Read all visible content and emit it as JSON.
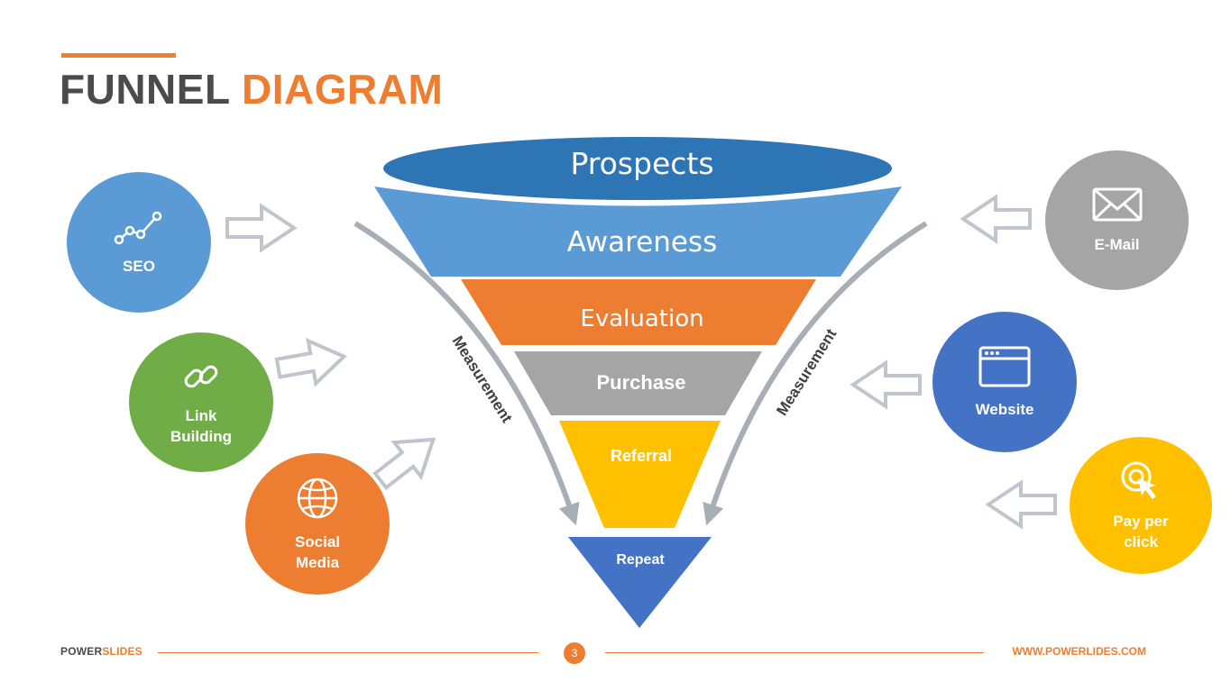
{
  "header": {
    "title_part1": "FUNNEL",
    "title_part2": "DIAGRAM"
  },
  "funnel": {
    "stages": [
      "Prospects",
      "Awareness",
      "Evaluation",
      "Purchase",
      "Referral",
      "Repeat"
    ],
    "measurement_left": "Measurement",
    "measurement_right": "Measurement"
  },
  "sources_left": [
    {
      "label": "SEO",
      "icon": "chart-line-icon",
      "color": "#5B9BD5"
    },
    {
      "label": "Link\nBuilding",
      "icon": "link-icon",
      "color": "#70AD47"
    },
    {
      "label": "Social\nMedia",
      "icon": "globe-icon",
      "color": "#ED7D31"
    }
  ],
  "sources_right": [
    {
      "label": "E-Mail",
      "icon": "envelope-icon",
      "color": "#A5A5A5"
    },
    {
      "label": "Website",
      "icon": "browser-window-icon",
      "color": "#4472C4"
    },
    {
      "label": "Pay per\nclick",
      "icon": "cursor-target-icon",
      "color": "#FFC000"
    }
  ],
  "colors": {
    "accent": "#ED7D31",
    "prospects": "#2E75B6",
    "awareness": "#5B9BD5",
    "evaluation": "#ED7D31",
    "purchase": "#A5A5A5",
    "referral": "#FFC000",
    "repeat": "#4472C4",
    "arrow_outline": "#BFC5CC"
  },
  "footer": {
    "brand_part1": "POWER",
    "brand_part2": "SLIDES",
    "page_number": "3",
    "website": "WWW.POWERLIDES.COM"
  }
}
